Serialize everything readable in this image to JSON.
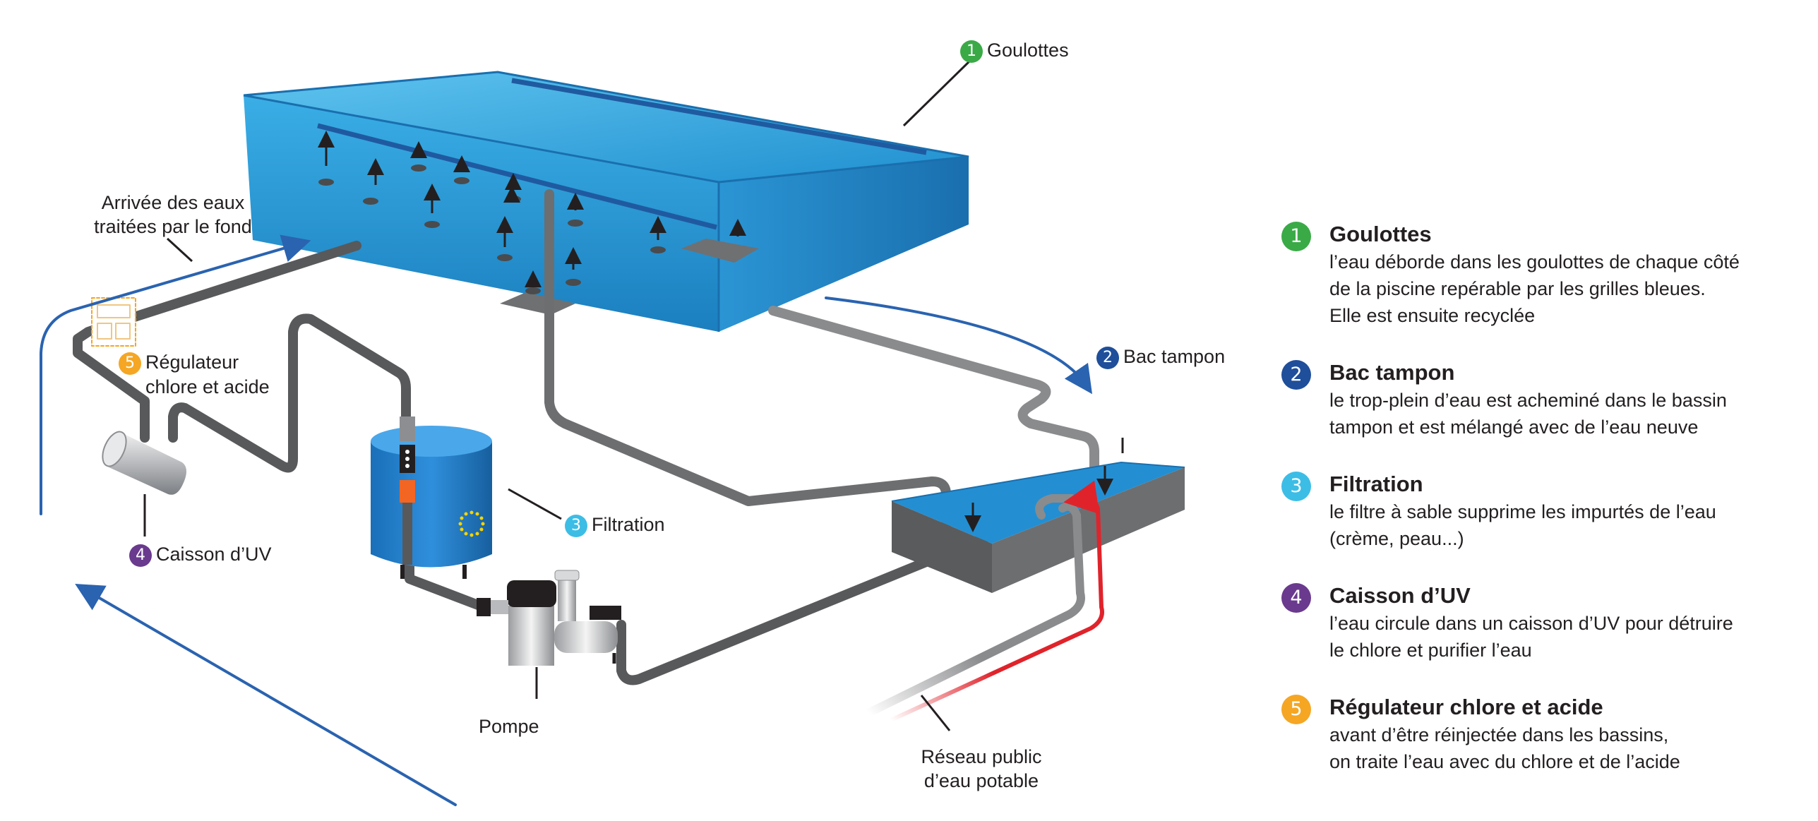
{
  "colors": {
    "green": "#3aaa47",
    "navy": "#1f4e9a",
    "cyan": "#3cbde6",
    "purple": "#6a3a8e",
    "orange": "#f5a623",
    "water": "#2a9fd8",
    "pipe": "#58595b",
    "arrow_blue": "#2a63b0",
    "red": "#e0232b"
  },
  "labels": {
    "goulottes": {
      "num": "1",
      "text": "Goulottes"
    },
    "bac_tampon": {
      "num": "2",
      "text": "Bac tampon"
    },
    "filtration": {
      "num": "3",
      "text": "Filtration"
    },
    "caisson": {
      "num": "4",
      "text": "Caisson d’UV"
    },
    "regulateur_line1": "Régulateur",
    "regulateur_line2": "chlore et acide",
    "regulateur_num": "5",
    "arrivee_line1": "Arrivée des eaux",
    "arrivee_line2": "traitées par le fond",
    "pompe": "Pompe",
    "reseau_line1": "Réseau public",
    "reseau_line2": "d’eau potable"
  },
  "legend": [
    {
      "num": "1",
      "title": "Goulottes",
      "desc": "l’eau déborde dans les goulottes de chaque côté\nde la piscine repérable par les grilles bleues.\nElle est ensuite recyclée"
    },
    {
      "num": "2",
      "title": "Bac tampon",
      "desc": "le trop-plein d’eau est acheminé dans le bassin\ntampon et est mélangé avec de l’eau neuve"
    },
    {
      "num": "3",
      "title": "Filtration",
      "desc": "le filtre à sable supprime les impurtés de l’eau\n(crème, peau...)"
    },
    {
      "num": "4",
      "title": "Caisson d’UV",
      "desc": "l’eau circule dans un caisson d’UV pour détruire\nle chlore et purifier l’eau"
    },
    {
      "num": "5",
      "title": "Régulateur chlore et acide",
      "desc": "avant d’être réinjectée dans les bassins,\non traite l’eau avec du chlore et de l’acide"
    }
  ]
}
